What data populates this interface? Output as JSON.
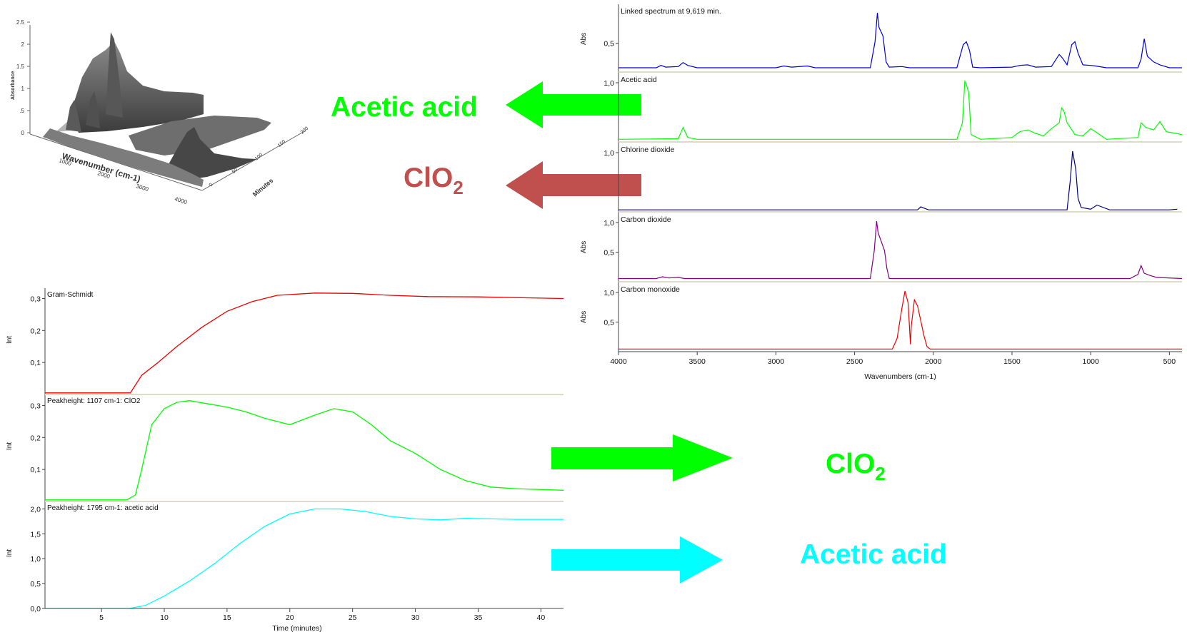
{
  "labels": {
    "acetic_top": "Acetic acid",
    "clo2_top_base": "ClO",
    "clo2_top_sub": "2",
    "clo2_bottom_base": "ClO",
    "clo2_bottom_sub": "2",
    "acetic_bottom": "Acetic acid"
  },
  "colors": {
    "green": "#00ff00",
    "brick": "#c0504d",
    "cyan": "#00ffff",
    "blue": "#0000dd",
    "navy": "#000080",
    "purple": "#800080",
    "red": "#ee0000",
    "gray": "#555555"
  },
  "chart_data": [
    {
      "type": "area",
      "id": "waterfall-3d",
      "xlabel": "Wavenumber (cm-1)",
      "ylabel": "Absorbance",
      "zlabel": "Minutes",
      "x_ticks": [
        "1000",
        "2000",
        "3000",
        "4000"
      ],
      "y_ticks": [
        "0",
        ".5",
        "1",
        "1.5",
        "2",
        "2.5"
      ],
      "z_ticks": [
        "0",
        "50",
        "100",
        "150",
        "200"
      ]
    },
    {
      "type": "line",
      "id": "spectra-stack",
      "xlabel": "Wavenumbers (cm-1)",
      "x_ticks": [
        "4000",
        "3500",
        "3000",
        "2500",
        "2000",
        "1500",
        "1000",
        "500"
      ],
      "xlim": [
        4000,
        420
      ],
      "series": [
        {
          "name": "Linked spectrum at 9,619 min.",
          "ylabel": "Abs",
          "ticks": [
            "0,5"
          ],
          "points": [
            [
              4000,
              0.05
            ],
            [
              3760,
              0.05
            ],
            [
              3730,
              0.09
            ],
            [
              3700,
              0.06
            ],
            [
              3620,
              0.07
            ],
            [
              3590,
              0.14
            ],
            [
              3560,
              0.09
            ],
            [
              3500,
              0.05
            ],
            [
              3000,
              0.05
            ],
            [
              2950,
              0.08
            ],
            [
              2900,
              0.06
            ],
            [
              2800,
              0.08
            ],
            [
              2750,
              0.05
            ],
            [
              2400,
              0.05
            ],
            [
              2370,
              0.5
            ],
            [
              2355,
              1.0
            ],
            [
              2345,
              0.75
            ],
            [
              2320,
              0.6
            ],
            [
              2300,
              0.15
            ],
            [
              2280,
              0.06
            ],
            [
              2200,
              0.07
            ],
            [
              2150,
              0.05
            ],
            [
              1850,
              0.05
            ],
            [
              1810,
              0.45
            ],
            [
              1790,
              0.5
            ],
            [
              1770,
              0.35
            ],
            [
              1750,
              0.06
            ],
            [
              1700,
              0.05
            ],
            [
              1500,
              0.06
            ],
            [
              1450,
              0.09
            ],
            [
              1400,
              0.1
            ],
            [
              1350,
              0.06
            ],
            [
              1250,
              0.07
            ],
            [
              1200,
              0.28
            ],
            [
              1180,
              0.22
            ],
            [
              1150,
              0.1
            ],
            [
              1120,
              0.45
            ],
            [
              1100,
              0.5
            ],
            [
              1080,
              0.3
            ],
            [
              1050,
              0.1
            ],
            [
              1000,
              0.09
            ],
            [
              970,
              0.08
            ],
            [
              900,
              0.05
            ],
            [
              700,
              0.05
            ],
            [
              680,
              0.2
            ],
            [
              660,
              0.55
            ],
            [
              640,
              0.25
            ],
            [
              600,
              0.15
            ],
            [
              560,
              0.1
            ],
            [
              500,
              0.05
            ],
            [
              420,
              0.05
            ]
          ]
        },
        {
          "name": "Acetic acid",
          "ylabel": "",
          "ticks": [
            "1,0"
          ],
          "points": [
            [
              4000,
              0.02
            ],
            [
              3620,
              0.03
            ],
            [
              3590,
              0.22
            ],
            [
              3560,
              0.05
            ],
            [
              3500,
              0.02
            ],
            [
              1850,
              0.02
            ],
            [
              1815,
              0.3
            ],
            [
              1800,
              1.0
            ],
            [
              1790,
              0.95
            ],
            [
              1775,
              0.8
            ],
            [
              1760,
              0.1
            ],
            [
              1700,
              0.02
            ],
            [
              1500,
              0.05
            ],
            [
              1450,
              0.15
            ],
            [
              1400,
              0.18
            ],
            [
              1350,
              0.12
            ],
            [
              1300,
              0.08
            ],
            [
              1250,
              0.2
            ],
            [
              1200,
              0.3
            ],
            [
              1185,
              0.55
            ],
            [
              1170,
              0.5
            ],
            [
              1150,
              0.3
            ],
            [
              1100,
              0.1
            ],
            [
              1050,
              0.08
            ],
            [
              1000,
              0.2
            ],
            [
              970,
              0.15
            ],
            [
              900,
              0.02
            ],
            [
              700,
              0.05
            ],
            [
              680,
              0.3
            ],
            [
              650,
              0.22
            ],
            [
              600,
              0.18
            ],
            [
              560,
              0.32
            ],
            [
              520,
              0.15
            ],
            [
              420,
              0.1
            ]
          ]
        },
        {
          "name": "Chlorine dioxide",
          "ylabel": "",
          "ticks": [
            "1,0"
          ],
          "points": [
            [
              4000,
              0.01
            ],
            [
              2100,
              0.01
            ],
            [
              2080,
              0.06
            ],
            [
              2060,
              0.04
            ],
            [
              2030,
              0.01
            ],
            [
              1150,
              0.01
            ],
            [
              1130,
              0.5
            ],
            [
              1115,
              1.0
            ],
            [
              1105,
              0.85
            ],
            [
              1095,
              0.7
            ],
            [
              1080,
              0.2
            ],
            [
              1060,
              0.05
            ],
            [
              1000,
              0.02
            ],
            [
              960,
              0.09
            ],
            [
              930,
              0.06
            ],
            [
              880,
              0.01
            ],
            [
              500,
              0.01
            ],
            [
              450,
              0.02
            ]
          ]
        },
        {
          "name": "Carbon dioxide",
          "ylabel": "Abs",
          "ticks": [
            "1,0",
            "0,5"
          ],
          "points": [
            [
              4000,
              0.03
            ],
            [
              3760,
              0.03
            ],
            [
              3720,
              0.06
            ],
            [
              3680,
              0.04
            ],
            [
              3620,
              0.05
            ],
            [
              3580,
              0.03
            ],
            [
              2400,
              0.03
            ],
            [
              2375,
              0.5
            ],
            [
              2360,
              1.0
            ],
            [
              2350,
              0.8
            ],
            [
              2330,
              0.65
            ],
            [
              2310,
              0.5
            ],
            [
              2295,
              0.2
            ],
            [
              2280,
              0.03
            ],
            [
              750,
              0.03
            ],
            [
              700,
              0.1
            ],
            [
              680,
              0.25
            ],
            [
              660,
              0.12
            ],
            [
              620,
              0.08
            ],
            [
              580,
              0.05
            ],
            [
              420,
              0.03
            ]
          ]
        },
        {
          "name": "Carbon monoxide",
          "ylabel": "Abs",
          "ticks": [
            "1,0",
            "0,5"
          ],
          "points": [
            [
              4000,
              0.02
            ],
            [
              2260,
              0.02
            ],
            [
              2230,
              0.2
            ],
            [
              2200,
              0.7
            ],
            [
              2180,
              1.0
            ],
            [
              2160,
              0.8
            ],
            [
              2145,
              0.1
            ],
            [
              2140,
              0.4
            ],
            [
              2120,
              0.85
            ],
            [
              2100,
              0.75
            ],
            [
              2080,
              0.5
            ],
            [
              2060,
              0.25
            ],
            [
              2040,
              0.06
            ],
            [
              2020,
              0.02
            ],
            [
              420,
              0.02
            ]
          ]
        }
      ]
    },
    {
      "type": "line",
      "id": "time-traces",
      "xlabel": "Time (minutes)",
      "x_ticks": [
        "5",
        "10",
        "15",
        "20",
        "25",
        "30",
        "35",
        "40"
      ],
      "xlim": [
        0.5,
        41.8
      ],
      "series": [
        {
          "name": "Gram-Schmidt",
          "ylabel": "Int",
          "ylim": [
            0,
            0.33
          ],
          "ticks": [
            "0,1",
            "0,2",
            "0,3"
          ],
          "points": [
            [
              0.5,
              0.005
            ],
            [
              7.3,
              0.005
            ],
            [
              8.2,
              0.06
            ],
            [
              9.5,
              0.1
            ],
            [
              11,
              0.15
            ],
            [
              13,
              0.21
            ],
            [
              15,
              0.26
            ],
            [
              17,
              0.29
            ],
            [
              19,
              0.31
            ],
            [
              22,
              0.317
            ],
            [
              25,
              0.316
            ],
            [
              28,
              0.31
            ],
            [
              31,
              0.306
            ],
            [
              35,
              0.305
            ],
            [
              41.8,
              0.3
            ]
          ]
        },
        {
          "name": "Peakheight: 1107 cm-1: ClO2",
          "ylabel": "Int",
          "ylim": [
            0,
            0.33
          ],
          "ticks": [
            "0,1",
            "0,2",
            "0,3"
          ],
          "points": [
            [
              0.5,
              0.005
            ],
            [
              7,
              0.005
            ],
            [
              7.7,
              0.02
            ],
            [
              8.2,
              0.1
            ],
            [
              9,
              0.24
            ],
            [
              10,
              0.29
            ],
            [
              11,
              0.31
            ],
            [
              12,
              0.315
            ],
            [
              13.5,
              0.305
            ],
            [
              15,
              0.295
            ],
            [
              16.5,
              0.28
            ],
            [
              18,
              0.26
            ],
            [
              20,
              0.24
            ],
            [
              22,
              0.27
            ],
            [
              23.5,
              0.29
            ],
            [
              25,
              0.28
            ],
            [
              26.5,
              0.24
            ],
            [
              28,
              0.19
            ],
            [
              30,
              0.15
            ],
            [
              32,
              0.1
            ],
            [
              34,
              0.065
            ],
            [
              36,
              0.045
            ],
            [
              38,
              0.04
            ],
            [
              41.8,
              0.035
            ]
          ]
        },
        {
          "name": "Peakheight: 1795 cm-1: acetic acid",
          "ylabel": "Int",
          "ylim": [
            0,
            2.05
          ],
          "ticks": [
            "0,0",
            "0,5",
            "1,0",
            "1,5",
            "2,0"
          ],
          "points": [
            [
              0.5,
              0.0
            ],
            [
              7.2,
              0.0
            ],
            [
              8.5,
              0.06
            ],
            [
              10,
              0.25
            ],
            [
              12,
              0.55
            ],
            [
              14,
              0.9
            ],
            [
              16,
              1.3
            ],
            [
              18,
              1.65
            ],
            [
              20,
              1.9
            ],
            [
              22,
              2.0
            ],
            [
              24,
              2.0
            ],
            [
              26,
              1.95
            ],
            [
              28,
              1.85
            ],
            [
              30,
              1.8
            ],
            [
              32,
              1.78
            ],
            [
              34,
              1.81
            ],
            [
              36,
              1.8
            ],
            [
              38,
              1.79
            ],
            [
              41.8,
              1.79
            ]
          ]
        }
      ]
    }
  ]
}
